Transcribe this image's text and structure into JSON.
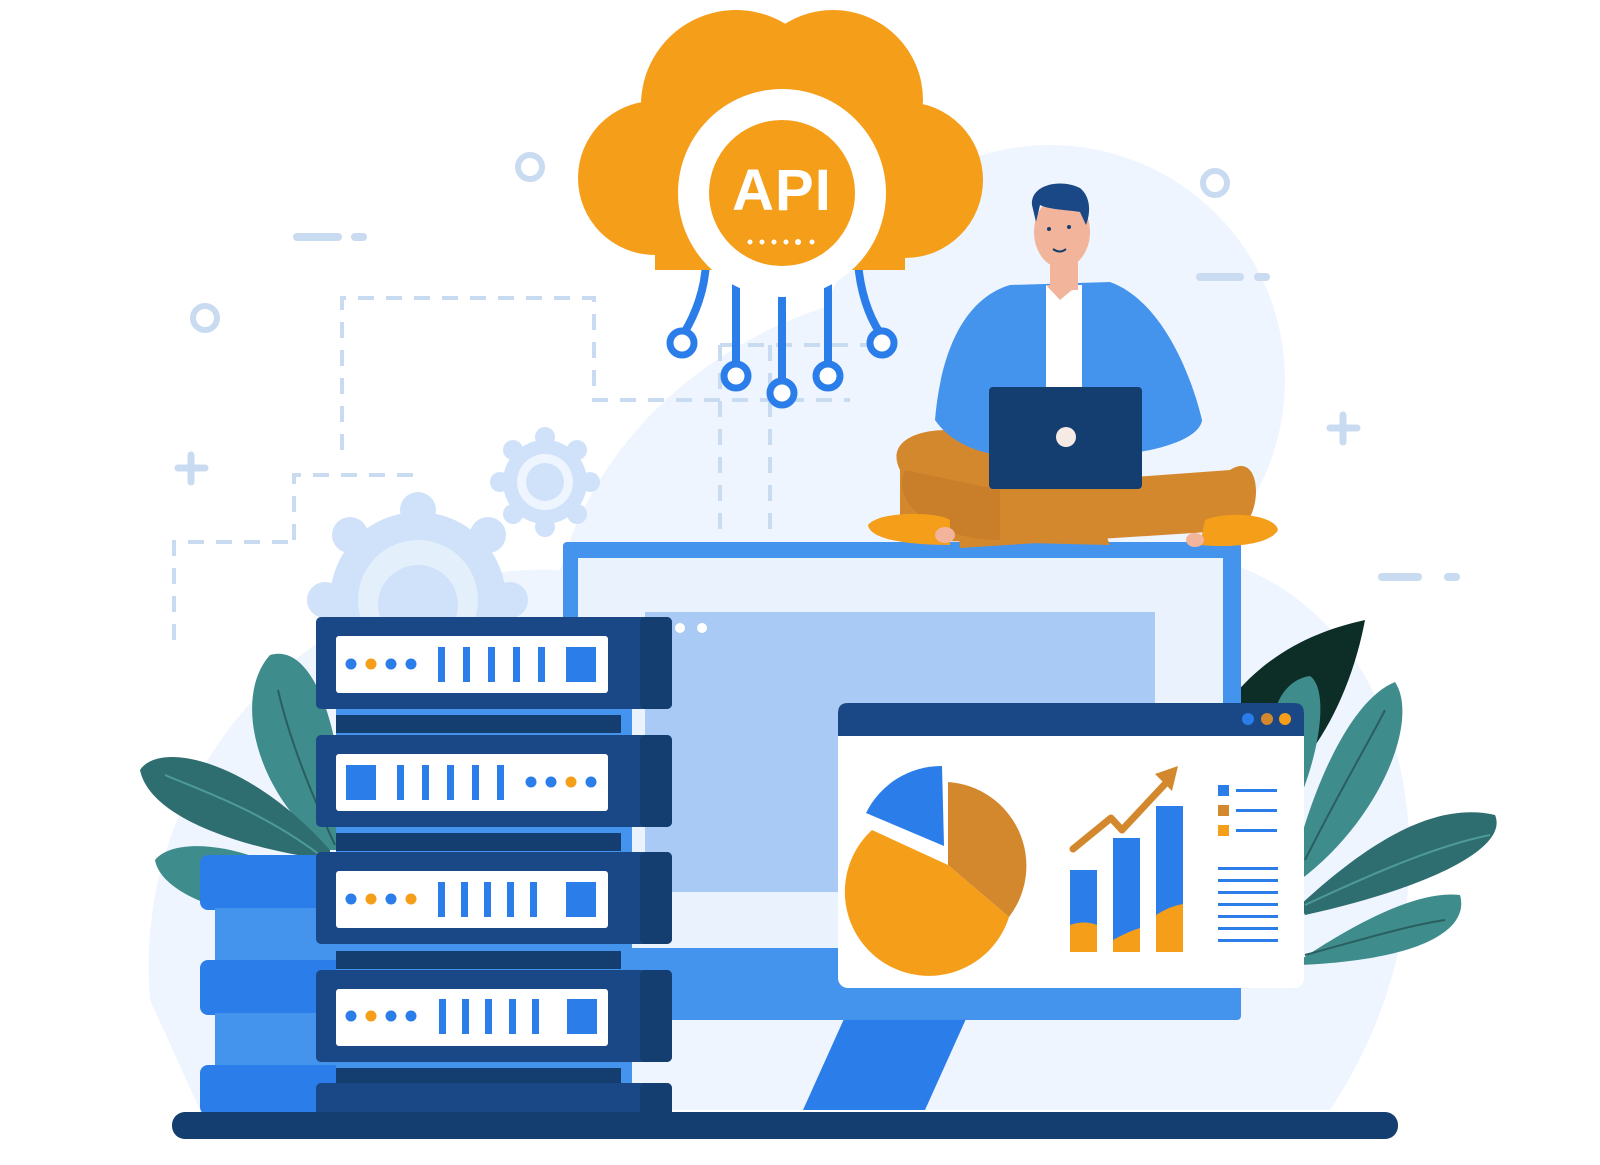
{
  "illustration": {
    "subject": "API cloud integration with server rack, monitor dashboard and developer on laptop",
    "cloud": {
      "label": "API",
      "dots": 6,
      "connectors": 5
    },
    "server_rack": {
      "units": 4
    },
    "dashboard": {
      "window_dots": 3,
      "legend_items": 3,
      "text_lines": 7,
      "bars": 3,
      "trend": "up"
    }
  },
  "colors": {
    "orange": "#F59E1A",
    "orange_dark": "#D4882E",
    "blue": "#2B7DE9",
    "blue_light": "#4494EE",
    "navy": "#1A4785",
    "navy_dark": "#143D70",
    "pale_blue": "#EAF3FD",
    "light_blue": "#A8CAF5",
    "teal": "#3F8C8C",
    "teal_dark": "#2F6E70",
    "leaf_black": "#0D2E27",
    "skin": "#F3B49C",
    "decor": "#C9DBF0"
  }
}
